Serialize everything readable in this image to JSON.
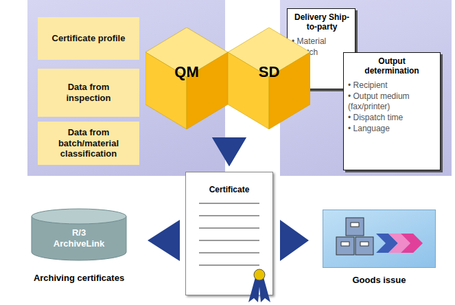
{
  "diagram": {
    "nodes": [
      {
        "text": [
          "Certificate profile"
        ]
      },
      {
        "text": [
          "Data from inspection"
        ]
      },
      {
        "text": [
          "Data from batch/material classification"
        ]
      },
      {
        "text": [
          "QM"
        ]
      },
      {
        "text": [
          "SD"
        ]
      },
      {
        "text": [
          "Delivery Ship-to-party",
          "• Material",
          "• Batch"
        ]
      },
      {
        "text": [
          "Output determination",
          "• Recipient",
          "• Output medium (fax/printer)",
          "• Dispatch time",
          "• Language"
        ]
      },
      {
        "text": [
          "Certificate"
        ]
      },
      {
        "text": [
          "R/3 ArchiveLink",
          "Archiving certificates"
        ]
      },
      {
        "text": [
          "Goods issue"
        ]
      }
    ],
    "edges": [
      {
        "from": 3,
        "to": 7,
        "arrow": "to"
      },
      {
        "from": 4,
        "to": 7,
        "arrow": "to"
      },
      {
        "from": 7,
        "to": 8,
        "arrow": "to"
      },
      {
        "from": 7,
        "to": 9,
        "arrow": "to"
      }
    ]
  }
}
